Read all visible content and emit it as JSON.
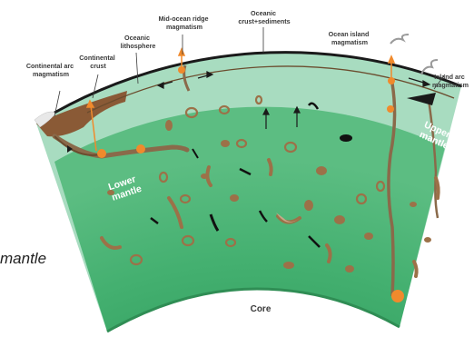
{
  "labels": {
    "continental_arc": [
      "Continental arc",
      "magmatism"
    ],
    "continental_crust": [
      "Continental",
      "crust"
    ],
    "oceanic_lithosphere": [
      "Oceanic",
      "lithosphere"
    ],
    "mid_ocean_ridge": [
      "Mid-ocean ridge",
      "magmatism"
    ],
    "oceanic_crust": [
      "Oceanic",
      "crust+sediments"
    ],
    "ocean_island": [
      "Ocean island",
      "magmatism"
    ],
    "island_arc": [
      "Island arc",
      "magmatism"
    ],
    "upper_mantle": [
      "Upper",
      "mantle"
    ],
    "lower_mantle": [
      "Lower",
      "mantle"
    ],
    "core": "Core"
  },
  "side_text": "mantle",
  "colors": {
    "upper_mantle": "#a8dcc0",
    "lower_mantle": "#3fae6e",
    "lower_mantle_light": "#6cc48f",
    "core_bg": "#ffffff",
    "slab": "#8a6a4a",
    "blob": "#9c7148",
    "melt": "#f08a2c",
    "crust": "#1a1a1a"
  }
}
